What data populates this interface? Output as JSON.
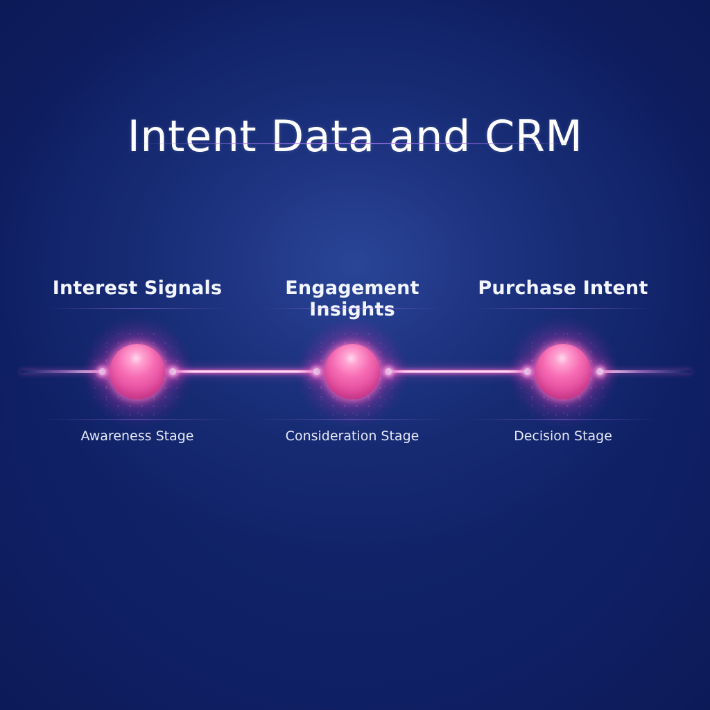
{
  "header": {
    "title": "Intent Data and CRM"
  },
  "stages": [
    {
      "title": "Interest Signals",
      "subtitle": "Awareness Stage",
      "icon": "glowing-sphere-node"
    },
    {
      "title": "Engagement Insights",
      "subtitle": "Consideration Stage",
      "icon": "glowing-sphere-node"
    },
    {
      "title": "Purchase Intent",
      "subtitle": "Decision Stage",
      "icon": "glowing-sphere-node"
    }
  ],
  "colors": {
    "background": "#14276e",
    "node": "#f066b0",
    "connector": "#ffc9ec",
    "divider": "#a878f0",
    "text": "#ffffff"
  }
}
